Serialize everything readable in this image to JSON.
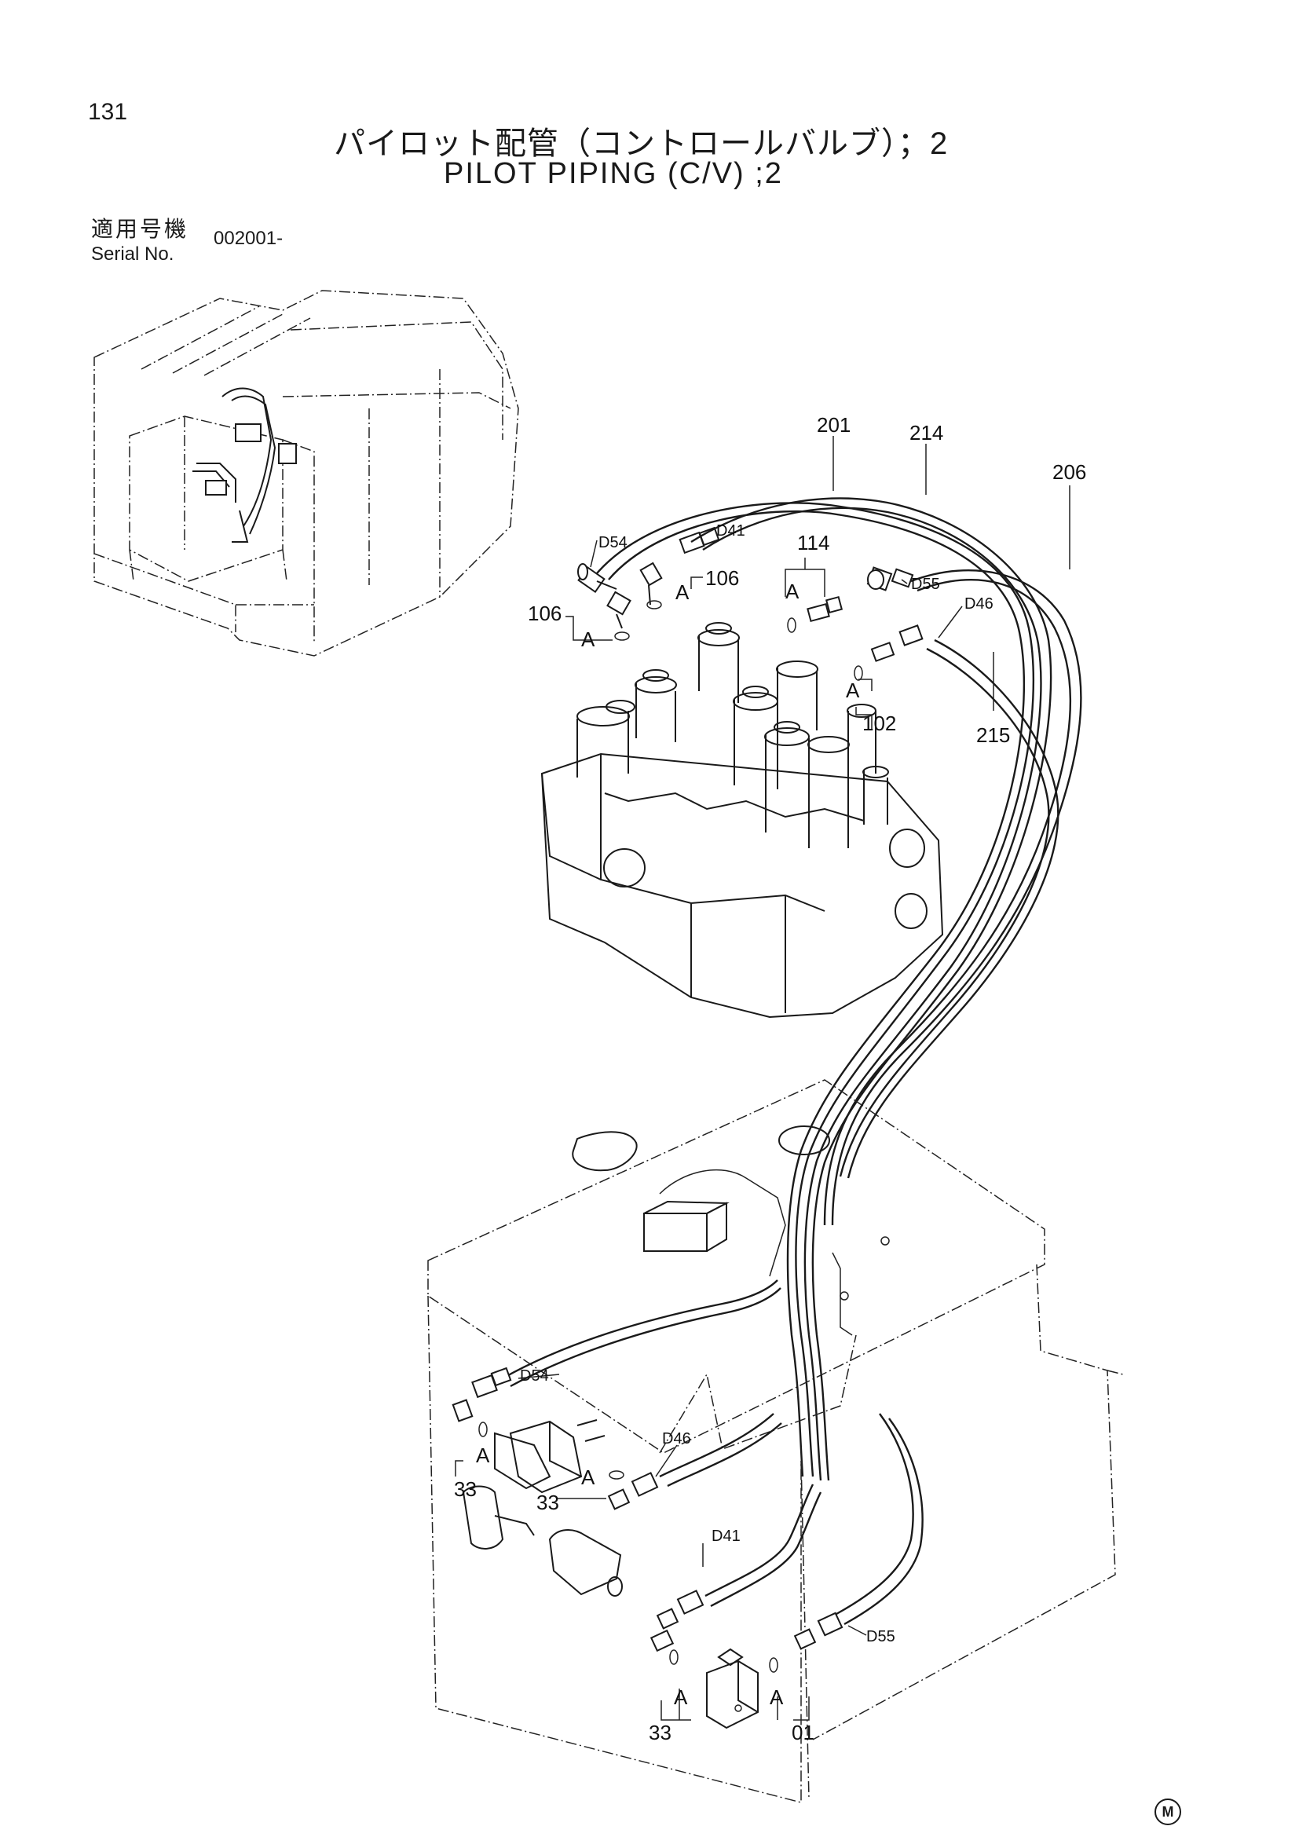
{
  "header": {
    "page_number": "131",
    "title_jp": "パイロット配管（コントロールバルブ）；2",
    "title_en": "PILOT PIPING (C/V) ;2",
    "serial_label_jp": "適用号機",
    "serial_label_en": "Serial No.",
    "serial_value": "002001-"
  },
  "callouts": {
    "p201": "201",
    "p214": "214",
    "p206": "206",
    "p215": "215",
    "p114": "114",
    "p106_right": "106",
    "p106_left": "106",
    "p102": "102",
    "d54_top": "D54",
    "d41_top": "D41",
    "d55_top": "D55",
    "d46_top": "D46",
    "d54_bottom": "D54",
    "d46_bottom": "D46",
    "d41_bottom": "D41",
    "d55_bottom": "D55",
    "p33_a": "33",
    "p33_b": "33",
    "p33_c": "33",
    "p01": "01",
    "detail_a": "A"
  },
  "footer": {
    "maker_mark": "M"
  }
}
